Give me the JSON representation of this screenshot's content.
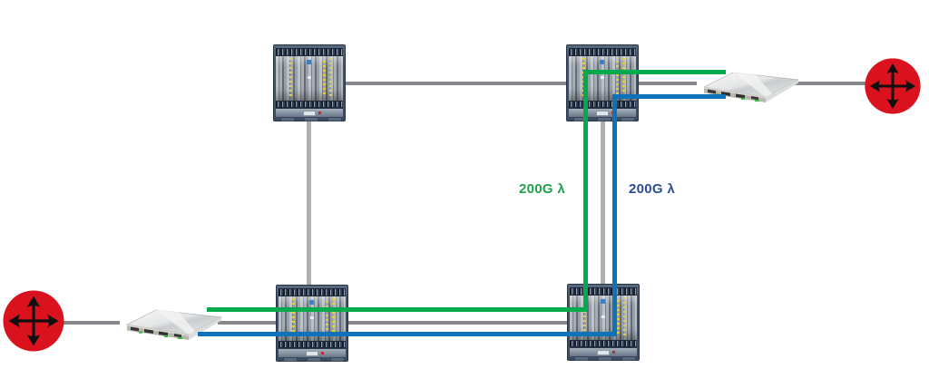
{
  "diagram": {
    "type": "network-topology",
    "labels": {
      "green_wavelength": "200G λ",
      "blue_wavelength": "200G λ"
    },
    "colors": {
      "green_line": "#00ab4e",
      "blue_line": "#0e72ba",
      "gray_link": "#85878a",
      "gray_vertical_link": "#b2b0ad",
      "green_label_text": "#1fa14b",
      "blue_label_text": "#2a4e93",
      "router_red": "#d9121d"
    },
    "nodes": [
      {
        "id": "router-left",
        "icon": "router-icon",
        "shape": "red circle with four-way cross arrows"
      },
      {
        "id": "client-left",
        "icon": "client-device-icon",
        "shape": "1U appliance on white card, green port tabs"
      },
      {
        "id": "chassis-top-left",
        "icon": "otn-chassis-icon",
        "shape": "telecom shelf with vertical line cards"
      },
      {
        "id": "chassis-top-right",
        "icon": "otn-chassis-icon",
        "shape": "telecom shelf with vertical line cards"
      },
      {
        "id": "chassis-bottom-middle",
        "icon": "otn-chassis-icon",
        "shape": "telecom shelf with vertical line cards"
      },
      {
        "id": "chassis-bottom-right",
        "icon": "otn-chassis-icon",
        "shape": "telecom shelf with vertical line cards"
      },
      {
        "id": "client-right",
        "icon": "client-device-icon",
        "shape": "1U appliance on white card, green port tabs"
      },
      {
        "id": "router-right",
        "icon": "router-icon",
        "shape": "red circle with four-way cross arrows"
      }
    ]
  }
}
